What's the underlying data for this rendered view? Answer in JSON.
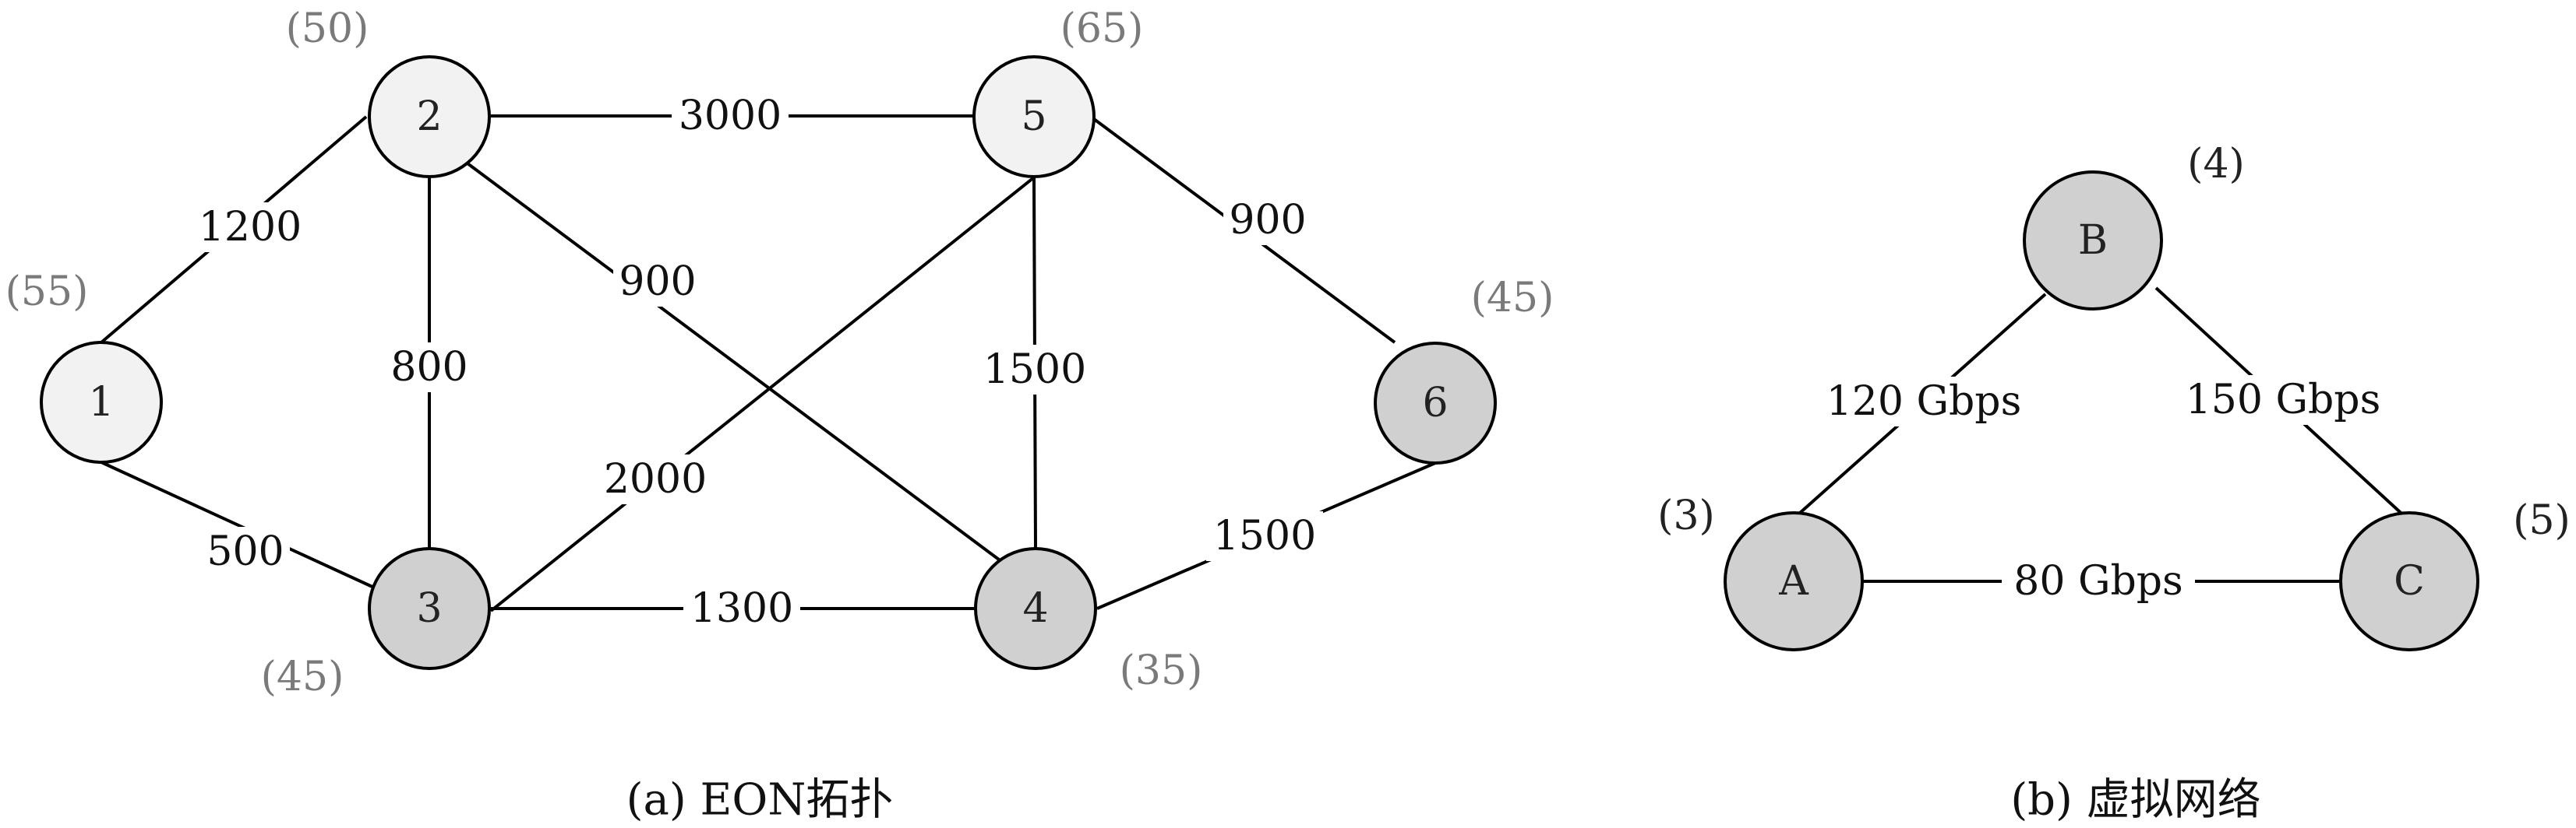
{
  "eon": {
    "nodes": [
      {
        "label": "1",
        "capacity": "(55)"
      },
      {
        "label": "2",
        "capacity": "(50)"
      },
      {
        "label": "3",
        "capacity": "(45)"
      },
      {
        "label": "4",
        "capacity": "(35)"
      },
      {
        "label": "5",
        "capacity": "(65)"
      },
      {
        "label": "6",
        "capacity": "(45)"
      }
    ],
    "edges": [
      {
        "from": "1",
        "to": "2",
        "label": "1200"
      },
      {
        "from": "1",
        "to": "3",
        "label": "500"
      },
      {
        "from": "2",
        "to": "3",
        "label": "800"
      },
      {
        "from": "2",
        "to": "5",
        "label": "3000"
      },
      {
        "from": "2",
        "to": "4",
        "label": "900"
      },
      {
        "from": "3",
        "to": "5",
        "label": "2000"
      },
      {
        "from": "3",
        "to": "4",
        "label": "1300"
      },
      {
        "from": "5",
        "to": "4",
        "label": "1500"
      },
      {
        "from": "5",
        "to": "6",
        "label": "900"
      },
      {
        "from": "4",
        "to": "6",
        "label": "1500"
      }
    ],
    "caption": "(a) EON拓扑"
  },
  "vn": {
    "nodes": [
      {
        "label": "A",
        "capacity": "(3)"
      },
      {
        "label": "B",
        "capacity": "(4)"
      },
      {
        "label": "C",
        "capacity": "(5)"
      }
    ],
    "edges": [
      {
        "from": "A",
        "to": "B",
        "label": "120 Gbps"
      },
      {
        "from": "B",
        "to": "C",
        "label": "150 Gbps"
      },
      {
        "from": "A",
        "to": "C",
        "label": "80 Gbps"
      }
    ],
    "caption": "(b) 虚拟网络"
  }
}
